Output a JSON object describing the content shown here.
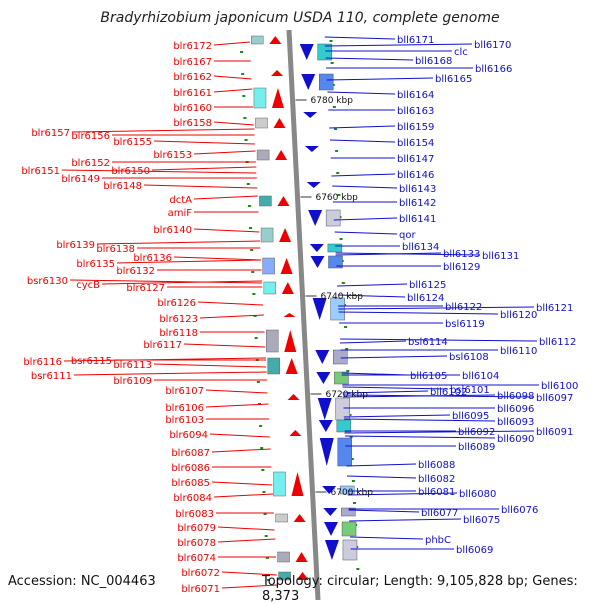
{
  "title": "Bradyrhizobium japonicum USDA 110, complete genome",
  "accession": "Accession: NC_004463",
  "topology": "Topology: circular; Length: 9,105,828 bp; Genes: 8,373",
  "colors": {
    "forward_strand": "#ee0000",
    "reverse_strand": "#1010cc",
    "backbone": "#888888",
    "tick": "#1a8a1a"
  },
  "kbp_marks": [
    "6780 kbp",
    "6760 kbp",
    "6740 kbp",
    "6720 kbp",
    "6700 kbp"
  ],
  "left_genes": [
    "blr6172",
    "blr6167",
    "blr6162",
    "blr6161",
    "blr6160",
    "blr6158",
    "blr6157",
    "blr6156",
    "blr6155",
    "blr6153",
    "blr6152",
    "blr6151",
    "blr6150",
    "blr6149",
    "blr6148",
    "dctA",
    "amiF",
    "blr6140",
    "blr6139",
    "blr6138",
    "blr6136",
    "blr6135",
    "blr6132",
    "bsr6130",
    "cycB",
    "blr6127",
    "blr6126",
    "blr6123",
    "blr6118",
    "blr6117",
    "blr6116",
    "bsr6115",
    "blr6113",
    "bsr6111",
    "blr6109",
    "blr6107",
    "blr6106",
    "blr6103",
    "blr6094",
    "blr6087",
    "blr6086",
    "blr6085",
    "blr6084",
    "blr6083",
    "blr6079",
    "blr6078",
    "blr6074",
    "blr6072",
    "blr6071"
  ],
  "right_genes": [
    "bll6171",
    "clc",
    "bll6170",
    "bll6168",
    "bll6166",
    "bll6165",
    "bll6164",
    "bll6163",
    "bll6159",
    "bll6154",
    "bll6147",
    "bll6146",
    "bll6143",
    "bll6142",
    "bll6141",
    "qor",
    "bll6134",
    "bll6133",
    "bll6131",
    "bll6129",
    "bll6125",
    "bll6124",
    "bll6122",
    "bll6121",
    "bll6120",
    "bsl6119",
    "bsl6114",
    "bll6112",
    "bll6110",
    "bsl6108",
    "bll6105",
    "bll6104",
    "bll6102",
    "bsl6101",
    "bll6100",
    "bll6098",
    "bll6097",
    "bll6096",
    "bll6095",
    "bll6093",
    "bll6092",
    "bll6091",
    "bll6090",
    "bll6089",
    "bll6088",
    "bll6082",
    "bll6081",
    "bll6080",
    "bll6077",
    "bll6076",
    "bll6075",
    "phbC",
    "bll6069"
  ]
}
